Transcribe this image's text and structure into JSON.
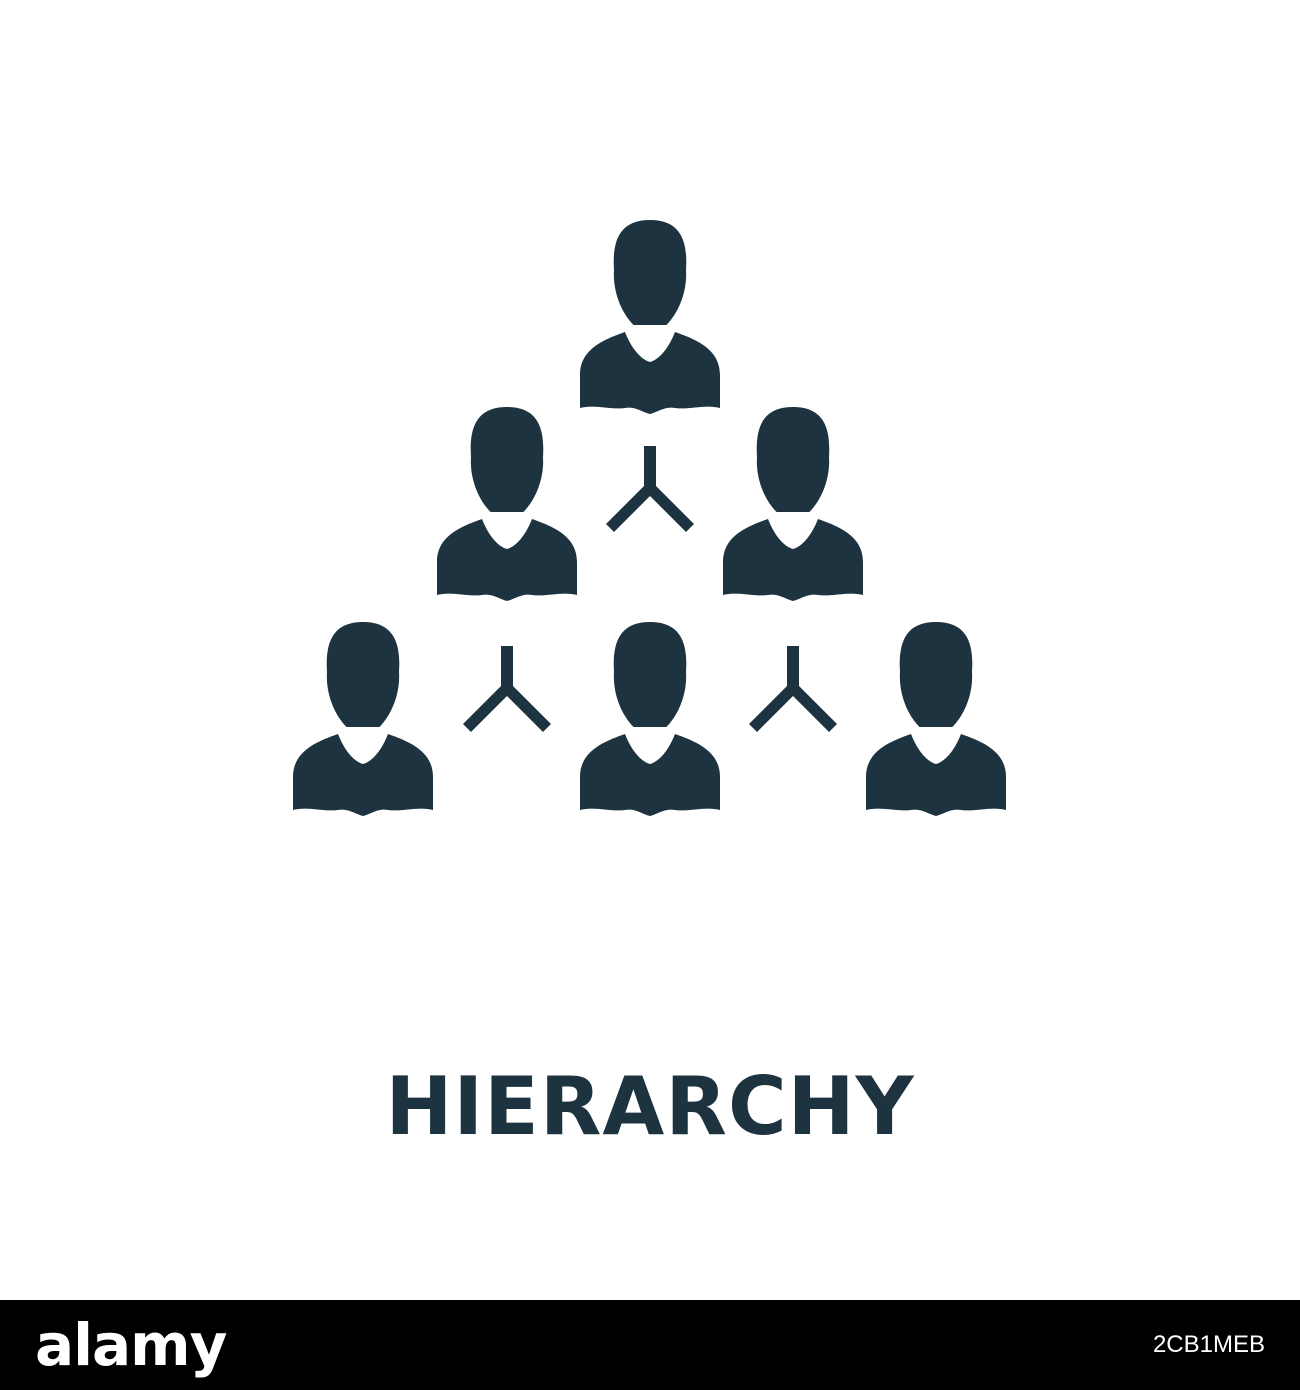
{
  "caption": {
    "text": "HIERARCHY",
    "color": "#1e3340"
  },
  "icon": {
    "name": "hierarchy-icon",
    "color": "#1e3340",
    "levels": [
      1,
      2,
      3
    ]
  },
  "watermark": {
    "logo": "alamy",
    "image_id": "2CB1MEB",
    "bar_color": "#000000",
    "text_color": "#ffffff"
  }
}
